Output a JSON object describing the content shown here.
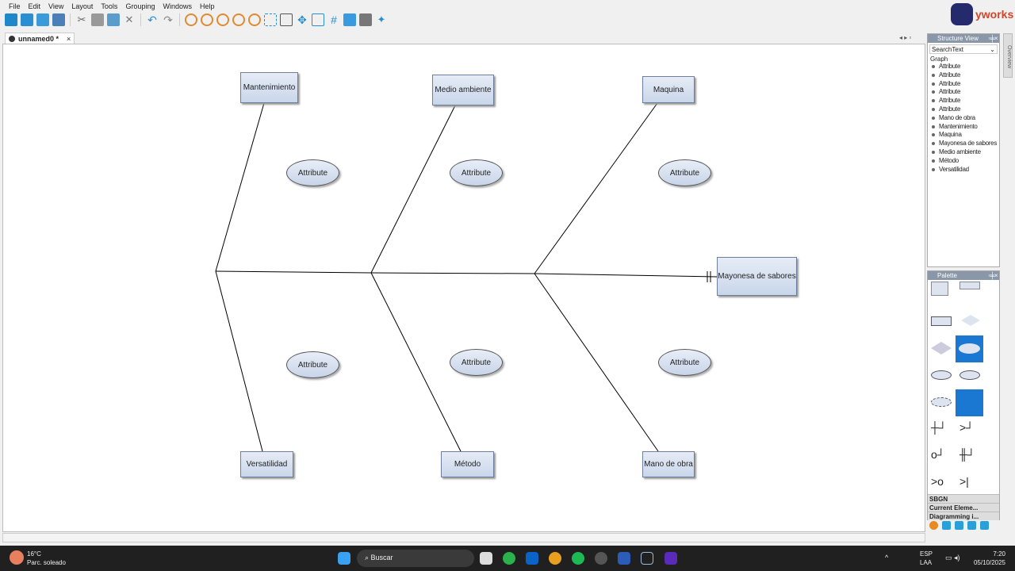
{
  "menu": [
    "File",
    "Edit",
    "View",
    "Layout",
    "Tools",
    "Grouping",
    "Windows",
    "Help"
  ],
  "tab": {
    "label": "unnamed0 *",
    "close": "×"
  },
  "logo": "yworks",
  "diagram": {
    "effect": "Mayonesa de sabores",
    "causes": [
      "Mantenimiento",
      "Medio ambiente",
      "Maquina",
      "Versatilidad",
      "Método",
      "Mano de obra"
    ],
    "attributes": [
      "Attribute",
      "Attribute",
      "Attribute",
      "Attribute",
      "Attribute",
      "Attribute"
    ]
  },
  "structure_view": {
    "title": "Structure View",
    "search": "SearchText",
    "root": "Graph",
    "items": [
      "Attribute",
      "Attribute",
      "Attribute",
      "Attribute",
      "Attribute",
      "Attribute",
      "Mano de obra",
      "Mantenimiento",
      "Maquina",
      "Mayonesa de sabores",
      "Medio ambiente",
      "Método",
      "Versatilidad"
    ]
  },
  "overview_label": "Overview",
  "palette": {
    "title": "Palette",
    "sections": [
      "SBGN",
      "Current Eleme...",
      "Diagramming i..."
    ]
  },
  "taskbar": {
    "temp": "16°C",
    "weather": "Parc. soleado",
    "search": "Buscar",
    "lang1": "ESP",
    "lang2": "LAA",
    "time": "7:20",
    "date": "05/10/2025"
  }
}
